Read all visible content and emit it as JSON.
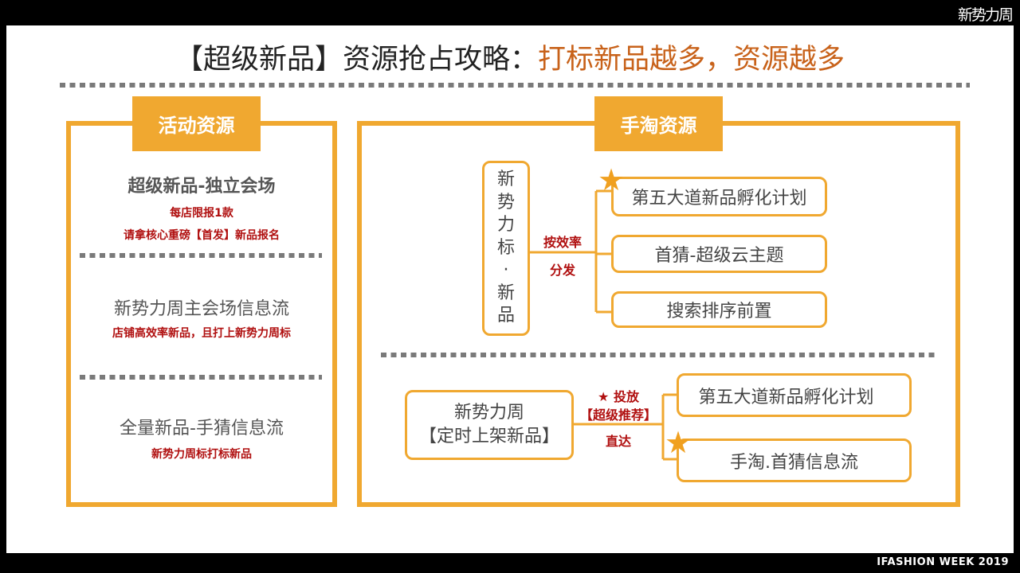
{
  "brand": "新势力周",
  "footer": "IFASHION WEEK 2019",
  "title": {
    "main": "【超级新品】资源抢占攻略：",
    "highlight": "打标新品越多，资源越多"
  },
  "left_panel": {
    "tab": "活动资源",
    "sections": [
      {
        "heading": "超级新品-独立会场",
        "notes": [
          "每店限报1款",
          "请拿核心重磅【首发】新品报名"
        ]
      },
      {
        "heading": "新势力周主会场信息流",
        "notes": [
          "店铺高效率新品，且打上新势力周标"
        ]
      },
      {
        "heading": "全量新品-手猜信息流",
        "notes": [
          "新势力周标打标新品"
        ]
      }
    ]
  },
  "right_panel": {
    "tab": "手淘资源",
    "top": {
      "source": "新势力标·新品",
      "source_chars": [
        "新",
        "势",
        "力",
        "标",
        "·",
        "新",
        "品"
      ],
      "edge_label": [
        "按效率",
        "分发"
      ],
      "targets": [
        "第五大道新品孵化计划",
        "首猜-超级云主题",
        "搜索排序前置"
      ]
    },
    "bottom": {
      "source": [
        "新势力周",
        "【定时上架新品】"
      ],
      "edge_label": [
        "★ 投放",
        "【超级推荐】",
        "直达"
      ],
      "targets": [
        "第五大道新品孵化计划",
        "手淘.首猜信息流"
      ]
    }
  },
  "colors": {
    "accent": "#f0a830",
    "highlight": "#c8621a",
    "note_red": "#b00f0f"
  }
}
